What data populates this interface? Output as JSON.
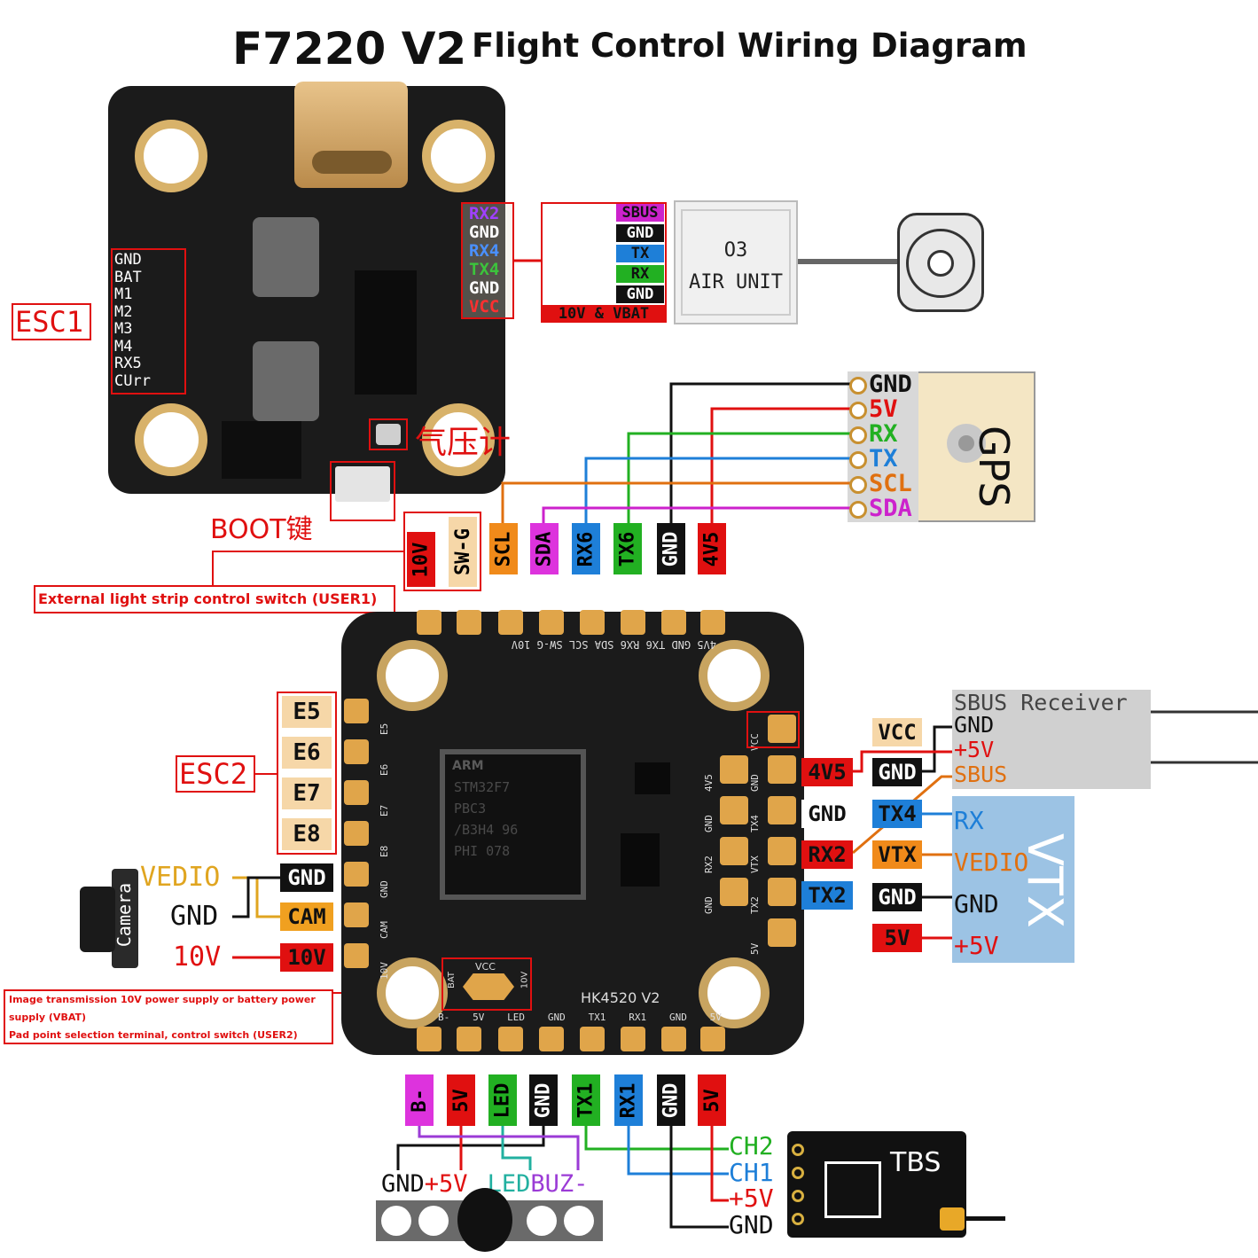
{
  "title": {
    "model": "F7220 V2",
    "subtitle": "Flight Control Wiring Diagram"
  },
  "esc1": {
    "label": "ESC1",
    "pins": [
      "GND",
      "BAT",
      "M1",
      "M2",
      "M3",
      "M4",
      "RX5",
      "CUrr"
    ]
  },
  "uart_right": {
    "pins": [
      {
        "text": "RX2",
        "color": "#8a2be2"
      },
      {
        "text": "GND",
        "color": "#111111"
      },
      {
        "text": "RX4",
        "color": "#2a6fd6"
      },
      {
        "text": "TX4",
        "color": "#27a327"
      },
      {
        "text": "GND",
        "color": "#111111"
      },
      {
        "text": "VCC",
        "color": "#e01010"
      }
    ]
  },
  "air_unit": {
    "pins": [
      {
        "text": "SBUS",
        "bg": "#cc22cc"
      },
      {
        "text": "GND",
        "bg": "#111111"
      },
      {
        "text": "TX",
        "bg": "#1e7fd8"
      },
      {
        "text": "RX",
        "bg": "#22b022"
      },
      {
        "text": "GND",
        "bg": "#111111"
      },
      {
        "text": "10V & VBAT",
        "bg": "#e01010"
      }
    ],
    "line1": "O3",
    "line2": "AIR UNIT"
  },
  "gps": {
    "label": "GPS",
    "pins": [
      {
        "text": "GND",
        "color": "#111111"
      },
      {
        "text": "5V",
        "color": "#e01010"
      },
      {
        "text": "RX",
        "color": "#22b022"
      },
      {
        "text": "TX",
        "color": "#1e7fd8"
      },
      {
        "text": "SCL",
        "color": "#e07010"
      },
      {
        "text": "SDA",
        "color": "#cc22cc"
      }
    ]
  },
  "barometer": "气压计",
  "boot": "BOOT键",
  "top_pads": [
    {
      "text": "10V",
      "bg": "#e01010",
      "fg": "#111111"
    },
    {
      "text": "SW-G",
      "bg": "#f6d7a8",
      "fg": "#111111"
    },
    {
      "text": "SCL",
      "bg": "#f08a1a",
      "fg": "#111111"
    },
    {
      "text": "SDA",
      "bg": "#dd33dd",
      "fg": "#111111"
    },
    {
      "text": "RX6",
      "bg": "#1e7fd8",
      "fg": "#111111"
    },
    {
      "text": "TX6",
      "bg": "#22b022",
      "fg": "#111111"
    },
    {
      "text": "GND",
      "bg": "#111111",
      "fg": "#ffffff"
    },
    {
      "text": "4V5",
      "bg": "#e01010",
      "fg": "#111111"
    }
  ],
  "user1_label": "External light strip control switch (USER1)",
  "esc2": {
    "label": "ESC2",
    "pins": [
      "E5",
      "E6",
      "E7",
      "E8"
    ]
  },
  "camera": {
    "label": "Camera",
    "left_vedio": "VEDIO",
    "left_gnd": "GND",
    "left_10v": "10V",
    "pad_gnd": "GND",
    "pad_cam": "CAM",
    "pad_10v": "10V"
  },
  "sbus_rx": {
    "title": "SBUS Receiver",
    "pins": [
      "GND",
      "+5V",
      "SBUS"
    ],
    "vcc": "VCC",
    "pad_4v5": "4V5",
    "pad_gnd": "GND"
  },
  "vtx": {
    "label": "VTX",
    "pad_gnd": "GND",
    "pad_rx2": "RX2",
    "pad_tx2": "TX2",
    "tx4": "TX4",
    "vtx": "VTX",
    "gnd": "GND",
    "v5": "5V",
    "pins": [
      "RX",
      "VEDIO",
      "GND",
      "+5V"
    ]
  },
  "board_silk": {
    "top_row": "4V5  GND  TX6  RX6  SDA  SCL  SW-G 10V",
    "left_col": [
      "E5",
      "E6",
      "E7",
      "E8",
      "GND",
      "CAM",
      "10V"
    ],
    "right_col": [
      "VCC",
      "GND",
      "TX4",
      "VTX",
      "TX2",
      "5V"
    ],
    "right_col_b": [
      "4V5",
      "GND",
      "RX2",
      "GND"
    ],
    "vcc_sel": "VCC",
    "bat": "BAT",
    "v10": "10V",
    "model": "HK4520 V2",
    "bottom": [
      "B-",
      "5V",
      "LED",
      "GND",
      "TX1",
      "RX1",
      "GND",
      "5V"
    ],
    "chip": [
      "STM32F7",
      "PBC3",
      "/B3H4 96",
      "PHI 078"
    ],
    "fc_chip_brand": "ARM"
  },
  "user2_label": {
    "line1": "Image transmission 10V power supply or battery power",
    "line2": "supply (VBAT)",
    "line3": "Pad point selection terminal, control switch (USER2)"
  },
  "bottom_pads": [
    {
      "text": "B-",
      "bg": "#dd33dd",
      "fg": "#111111"
    },
    {
      "text": "5V",
      "bg": "#e01010",
      "fg": "#111111"
    },
    {
      "text": "LED",
      "bg": "#22b022",
      "fg": "#111111"
    },
    {
      "text": "GND",
      "bg": "#111111",
      "fg": "#ffffff"
    },
    {
      "text": "TX1",
      "bg": "#22b022",
      "fg": "#111111"
    },
    {
      "text": "RX1",
      "bg": "#1e7fd8",
      "fg": "#111111"
    },
    {
      "text": "GND",
      "bg": "#111111",
      "fg": "#ffffff"
    },
    {
      "text": "5V",
      "bg": "#e01010",
      "fg": "#111111"
    }
  ],
  "led_strip": {
    "pins": [
      {
        "text": "GND",
        "color": "#111111"
      },
      {
        "text": "+5V",
        "color": "#e01010"
      },
      {
        "text": "LED",
        "color": "#22b0a0"
      },
      {
        "text": "BUZ-",
        "color": "#9b3bd6"
      }
    ]
  },
  "tbs": {
    "label": "TBS",
    "pins": [
      {
        "text": "CH2",
        "color": "#22b022"
      },
      {
        "text": "CH1",
        "color": "#1e7fd8"
      },
      {
        "text": "+5V",
        "color": "#e01010"
      },
      {
        "text": "GND",
        "color": "#111111"
      }
    ]
  },
  "colors": {
    "red": "#e01010",
    "green": "#22b022",
    "blue": "#1e7fd8",
    "orange": "#e07010",
    "magenta": "#cc22cc",
    "black": "#111111",
    "pad": "#e0a54a",
    "board": "#1b1b1b"
  }
}
